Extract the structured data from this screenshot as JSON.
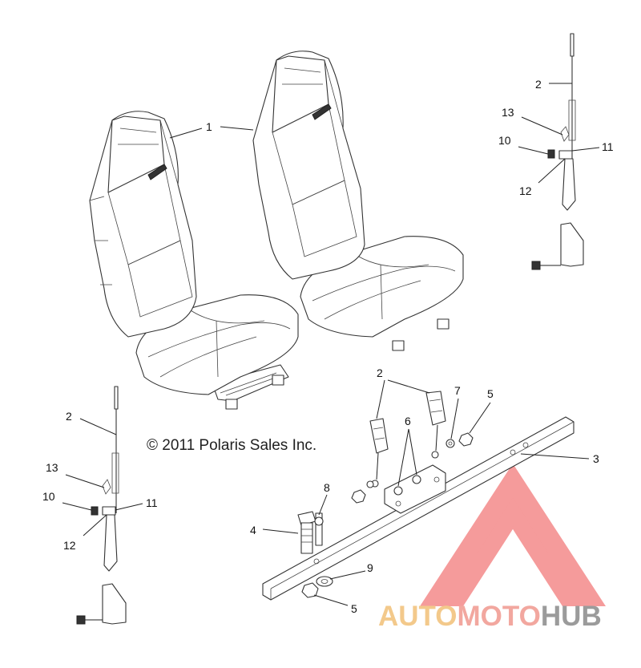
{
  "copyright": "© 2011 Polaris Sales Inc.",
  "watermark": {
    "part1": "AUTO",
    "part2": "MOTO",
    "part3": "HUB",
    "colors": {
      "auto": "#f3c98b",
      "moto": "#f2a79f",
      "hub": "#9b9b9b",
      "logo": "#f48a8a"
    }
  },
  "callouts": {
    "seat_top": "1",
    "belt_right_label": "2",
    "belt_right_13": "13",
    "belt_right_10": "10",
    "belt_right_11": "11",
    "belt_right_12": "12",
    "belt_left_label": "2",
    "belt_left_13": "13",
    "belt_left_10": "10",
    "belt_left_11": "11",
    "belt_left_12": "12",
    "buckle_label": "2",
    "bar_label": "3",
    "bolt_label": "4",
    "nut_top": "5",
    "nut_bottom": "5",
    "spacer_label": "6",
    "washer_label": "7",
    "pin_label": "8",
    "washer_bottom": "9"
  }
}
